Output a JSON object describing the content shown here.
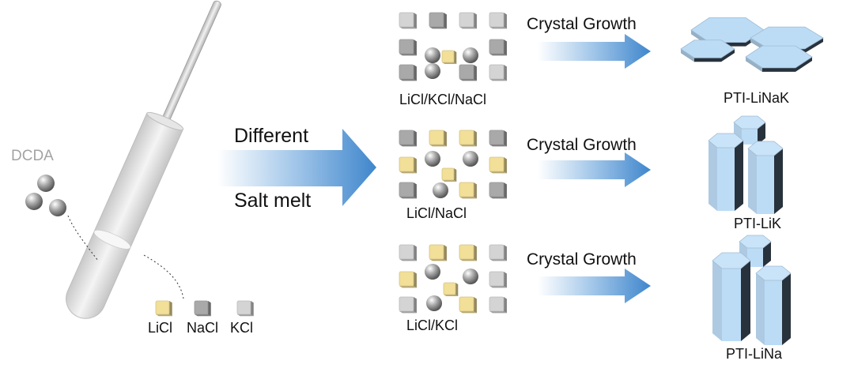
{
  "reactant": {
    "label": "DCDA"
  },
  "arrow_main": {
    "line1": "Different",
    "line2": "Salt melt"
  },
  "salt_legend": {
    "licl": "LiCl",
    "nacl": "NaCl",
    "kcl": "KCl"
  },
  "rows": [
    {
      "mixture": "LiCl/KCl/NaCl",
      "process": "Crystal Growth",
      "product": "PTI-LiNaK",
      "morphology": "hexagonal plates"
    },
    {
      "mixture": "LiCl/NaCl",
      "process": "Crystal Growth",
      "product": "PTI-LiK",
      "morphology": "hexagonal prisms"
    },
    {
      "mixture": "LiCl/KCl",
      "process": "Crystal Growth",
      "product": "PTI-LiNa",
      "morphology": "hexagonal prisms"
    }
  ],
  "colors": {
    "licl": "#f2df98",
    "nacl": "#a9a9a9",
    "kcl": "#d4d4d4",
    "arrow": "#3f86cc",
    "crystal_light": "#bcdcf6",
    "crystal_dark": "#28323c"
  }
}
